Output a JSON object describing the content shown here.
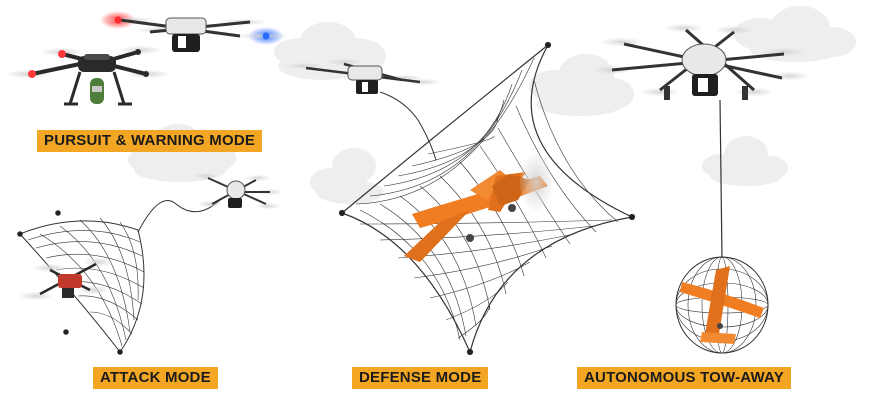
{
  "labels": {
    "pursuit": "PURSUIT & WARNING MODE",
    "attack": "ATTACK MODE",
    "defense": "DEFENSE MODE",
    "tow": "AUTONOMOUS TOW-AWAY"
  },
  "colors": {
    "label_bg": "#f3a623",
    "label_text": "#1b1b1b",
    "uav_orange": "#f07d22",
    "drone_body": "#2a2a2a",
    "drone_light": "#e8e8e8",
    "cloud": "#eeeeee",
    "net": "#333333",
    "warning_red": "#ff2a2a",
    "warning_blue": "#2a6bff"
  }
}
